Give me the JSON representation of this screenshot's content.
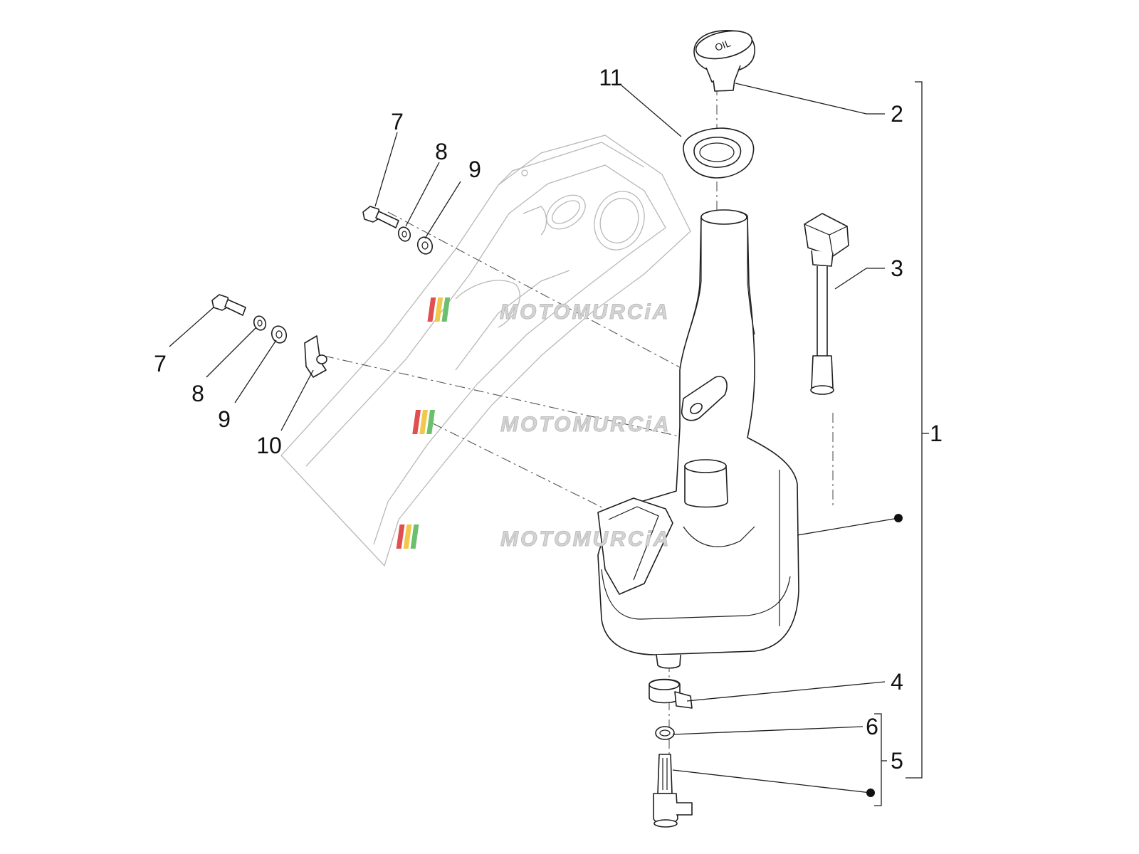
{
  "watermark": {
    "text": "MOTOMURCiA",
    "stripe_colors": [
      "#e05050",
      "#f2c84b",
      "#6cbf6c"
    ]
  },
  "callouts": [
    {
      "id": "c11",
      "label": "11"
    },
    {
      "id": "c2",
      "label": "2"
    },
    {
      "id": "c3",
      "label": "3"
    },
    {
      "id": "c1",
      "label": "1"
    },
    {
      "id": "c4",
      "label": "4"
    },
    {
      "id": "c6",
      "label": "6"
    },
    {
      "id": "c5",
      "label": "5"
    },
    {
      "id": "c7a",
      "label": "7"
    },
    {
      "id": "c8a",
      "label": "8"
    },
    {
      "id": "c9a",
      "label": "9"
    },
    {
      "id": "c7b",
      "label": "7"
    },
    {
      "id": "c8b",
      "label": "8"
    },
    {
      "id": "c9b",
      "label": "9"
    },
    {
      "id": "c10",
      "label": "10"
    }
  ]
}
